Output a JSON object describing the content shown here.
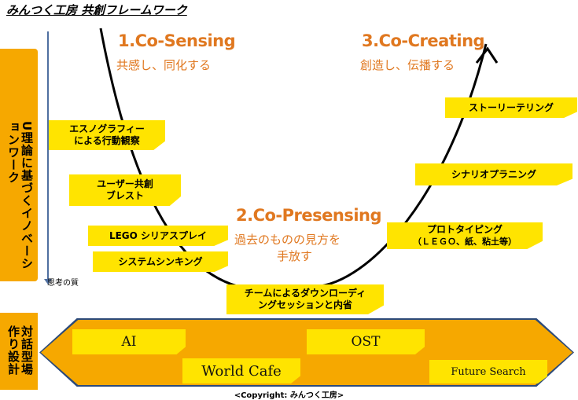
{
  "title": "みんつく工房 共創フレームワーク",
  "left_panel": {
    "label": "U理論に基づくイノベーションワーク"
  },
  "bottom_panel": {
    "label": "対話型場作り設計"
  },
  "axis_label": "思考の質",
  "phases": [
    {
      "title": "1.Co-Sensing",
      "subtitle": "共感し、同化する"
    },
    {
      "title": "2.Co-Presensing",
      "subtitle_line1": "過去のものの見方を",
      "subtitle_line2": "手放す"
    },
    {
      "title": "3.Co-Creating",
      "subtitle": "創造し、伝播する"
    }
  ],
  "notes": {
    "ethnography_line1": "エスノグラフィー",
    "ethnography_line2": "による行動観察",
    "brainstorm_line1": "ユーザー共創",
    "brainstorm_line2": "ブレスト",
    "lego_serious_play": "LEGO シリアスプレイ",
    "systems_thinking": "システムシンキング",
    "downloading_line1": "チームによるダウンローディ",
    "downloading_line2": "ングセッションと内省",
    "prototyping_line1": "プロトタイピング",
    "prototyping_line2": "（ＬＥＧＯ、紙、粘土等）",
    "scenario_planning": "シナリオプラニング",
    "storytelling": "ストーリーテリング"
  },
  "methods": {
    "ai": "AI",
    "ost": "OST",
    "world_cafe": "World Cafe",
    "future_search": "Future Search"
  },
  "copyright": "<Copyright: みんつく工房>",
  "colors": {
    "accent_orange": "#f6a800",
    "note_yellow": "#ffe400",
    "phase_text": "#e07820",
    "border_navy": "#2c4a7a"
  }
}
